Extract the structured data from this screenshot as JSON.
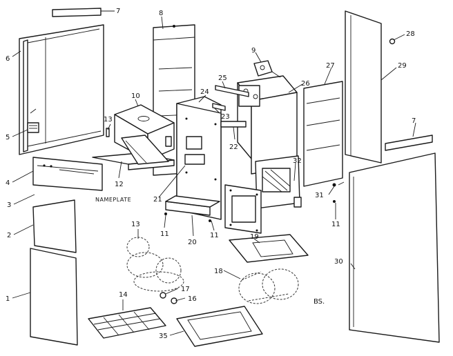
{
  "labels": {
    "l1": "1",
    "l2": "2",
    "l3": "3",
    "l4": "4",
    "l5": "5",
    "l6": "6",
    "l7a": "7",
    "l7b": "7",
    "l8": "8",
    "l9": "9",
    "l10": "10",
    "l11a": "11",
    "l11b": "11",
    "l11c": "11",
    "l12": "12",
    "l13a": "13",
    "l13b": "13",
    "l14": "14",
    "l16": "16",
    "l17": "17",
    "l18": "18",
    "l19": "19",
    "l20": "20",
    "l21": "21",
    "l22": "22",
    "l23": "23",
    "l24": "24",
    "l25": "25",
    "l26": "26",
    "l27": "27",
    "l28": "28",
    "l29": "29",
    "l30": "30",
    "l31": "31",
    "l32": "32",
    "l35": "35",
    "nameplate": "NAMEPLATE",
    "code": "BS."
  }
}
